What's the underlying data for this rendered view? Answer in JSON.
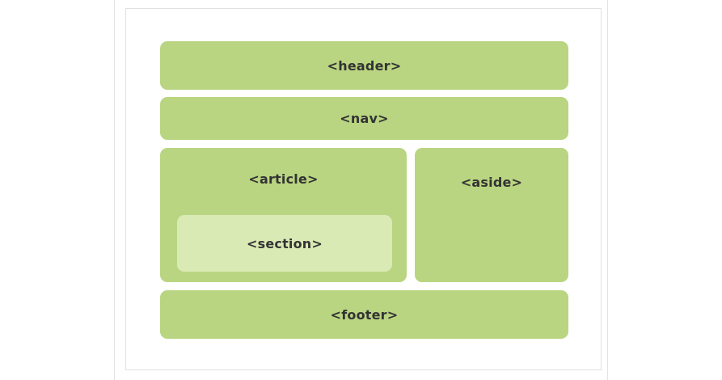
{
  "diagram": {
    "title": "HTML5 semantic layout diagram",
    "colors": {
      "block_green": "#b9d581",
      "section_green": "#daeab5",
      "label_text": "#333333",
      "frame_border": "#e0e0e0",
      "page_rule": "#e3e3e3",
      "background": "#ffffff"
    },
    "blocks": [
      {
        "id": "header",
        "label": "<header>",
        "row": "top",
        "nested": false
      },
      {
        "id": "nav",
        "label": "<nav>",
        "row": "second",
        "nested": false
      },
      {
        "id": "article",
        "label": "<article>",
        "row": "middle",
        "nested": false
      },
      {
        "id": "section",
        "label": "<section>",
        "row": "middle",
        "nested": true,
        "parent": "article"
      },
      {
        "id": "aside",
        "label": "<aside>",
        "row": "middle",
        "nested": false
      },
      {
        "id": "footer",
        "label": "<footer>",
        "row": "bottom",
        "nested": false
      }
    ]
  }
}
